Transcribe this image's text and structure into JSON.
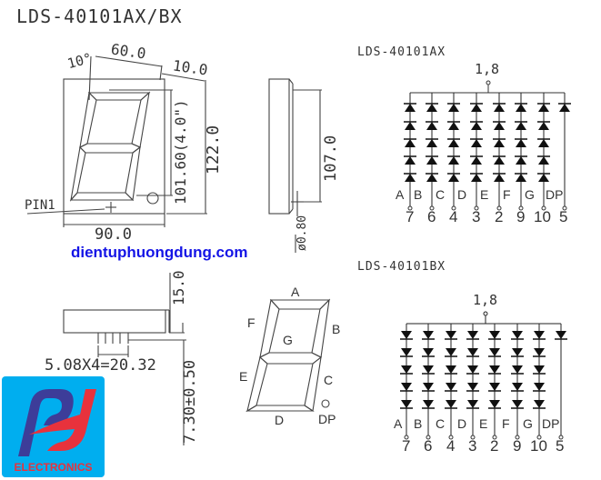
{
  "title": "LDS-40101AX/BX",
  "front_view": {
    "angle": "10°",
    "top_width": "60.0",
    "right_offset": "10.0",
    "digit_height": "101.60(4.0\")",
    "total_height": "122.0",
    "width": "90.0",
    "pin1_label": "PIN1"
  },
  "side_view": {
    "height": "107.0",
    "pin_diameter": "ø0.80"
  },
  "bottom_view": {
    "height": "15.0",
    "pin_pitch": "5.08X4=20.32",
    "pin_length": "7.30±0.50"
  },
  "segment_diagram": {
    "labels": [
      "A",
      "B",
      "C",
      "D",
      "E",
      "F",
      "G",
      "DP"
    ]
  },
  "website": "dientuphuongdung.com",
  "logo": {
    "text": "ELECTRONICS",
    "bg_color": "#00aeef",
    "red": "#e8323c",
    "blue": "#3d3d99"
  },
  "schematic_ax": {
    "title": "LDS-40101AX",
    "common_pin": "1,8",
    "segments": [
      "A",
      "B",
      "C",
      "D",
      "E",
      "F",
      "G",
      "DP"
    ],
    "pins": [
      "7",
      "6",
      "4",
      "3",
      "2",
      "9",
      "10",
      "5"
    ],
    "diode_direction": "up",
    "diodes_per_segment": 5
  },
  "schematic_bx": {
    "title": "LDS-40101BX",
    "common_pin": "1,8",
    "segments": [
      "A",
      "B",
      "C",
      "D",
      "E",
      "F",
      "G",
      "DP"
    ],
    "pins": [
      "7",
      "6",
      "4",
      "3",
      "2",
      "9",
      "10",
      "5"
    ],
    "diode_direction": "down",
    "diodes_per_segment": 5
  }
}
